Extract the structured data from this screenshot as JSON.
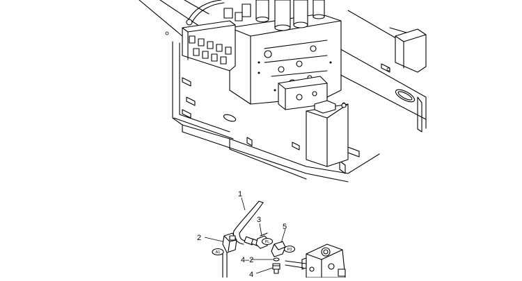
{
  "diagram": {
    "callouts": [
      {
        "id": "c1",
        "text": "1"
      },
      {
        "id": "c2",
        "text": "2"
      },
      {
        "id": "c3",
        "text": "3"
      },
      {
        "id": "c4",
        "text": "4"
      },
      {
        "id": "c4-2",
        "text": "4–2"
      },
      {
        "id": "c5",
        "text": "5"
      }
    ],
    "port_tags": [
      {
        "id": "t-a1",
        "text": "A1"
      },
      {
        "id": "t-pl",
        "text": "PL"
      },
      {
        "id": "t-p3",
        "text": "P3"
      }
    ]
  }
}
